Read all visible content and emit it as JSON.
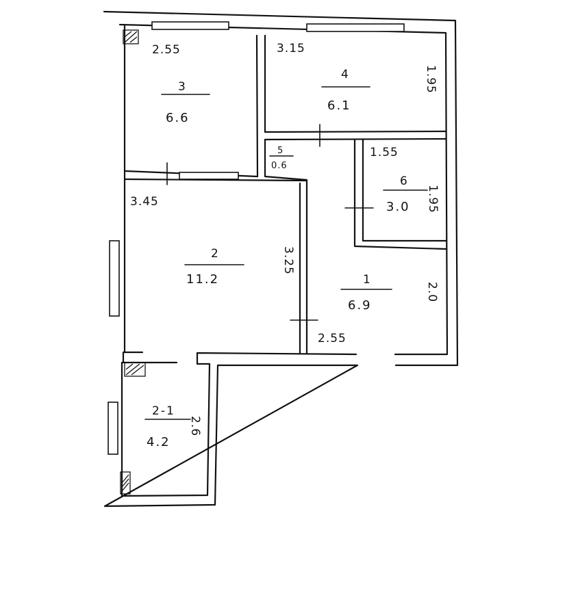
{
  "rooms": [
    {
      "id": "3",
      "number": "3",
      "area": "6.6"
    },
    {
      "id": "4",
      "number": "4",
      "area": "6.1"
    },
    {
      "id": "5",
      "number": "5",
      "area": "0.6"
    },
    {
      "id": "6",
      "number": "6",
      "area": "3.0"
    },
    {
      "id": "2",
      "number": "2",
      "area": "11.2"
    },
    {
      "id": "1",
      "number": "1",
      "area": "6.9"
    },
    {
      "id": "2-1",
      "number": "2-1",
      "area": "4.2"
    }
  ],
  "dimensions": {
    "room3_width": "2.55",
    "room4_width": "3.15",
    "room4_height": "1.95",
    "room6_width": "1.55",
    "room6_height": "1.95",
    "room2_width": "3.45",
    "room2_height": "3.25",
    "room1_width": "2.55",
    "room1_height": "2.0",
    "room21_height": "2.6"
  }
}
